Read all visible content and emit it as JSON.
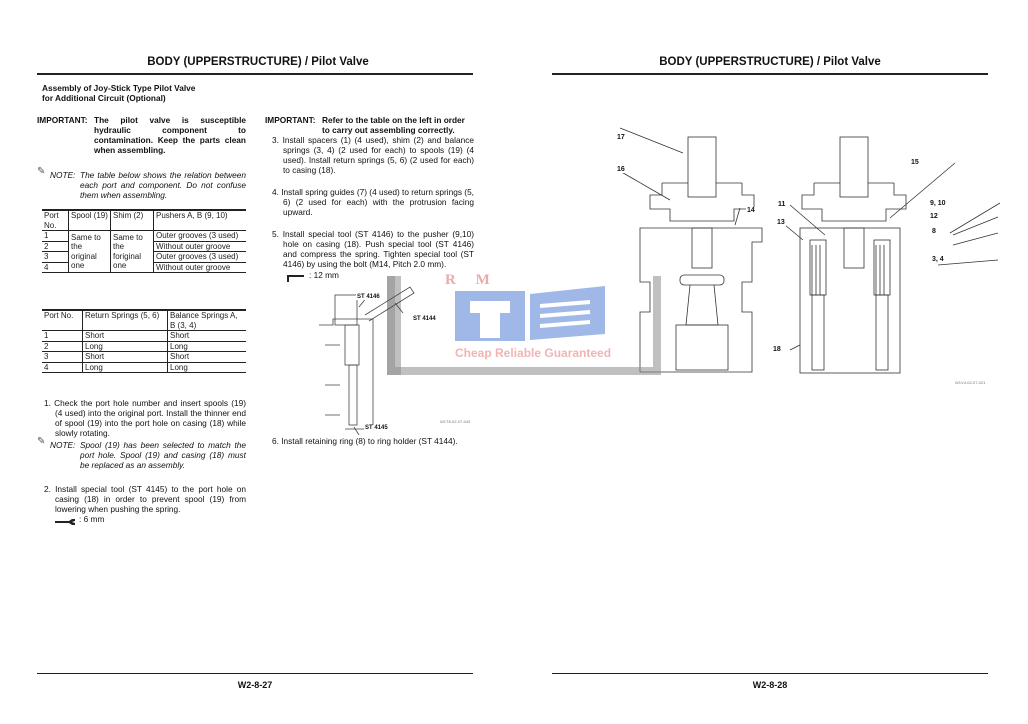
{
  "left_page": {
    "header": "BODY (UPPERSTRUCTURE) / Pilot Valve",
    "section_title": [
      "Assembly of Joy-Stick Type Pilot Valve",
      "for Additional Circuit (Optional)"
    ],
    "important_label": "IMPORTANT:",
    "important_text": "The pilot valve is susceptible hydraulic component to contamination. Keep the parts clean when assembling.",
    "note1_label": "NOTE:",
    "note1_text": "The table below shows the relation between each port and component. Do not confuse them when assembling.",
    "table1": {
      "headers": [
        "Port No.",
        "Spool (19)",
        "Shim (2)",
        "Pushers A, B (9, 10)"
      ],
      "ports": [
        "1",
        "2",
        "3",
        "4"
      ],
      "spool": "Same to the original one",
      "shim": "Same to the foriginal one",
      "pushers": [
        "Outer grooves (3 used)",
        "Without outer groove",
        "Outer grooves (3 used)",
        "Without outer groove"
      ]
    },
    "table2": {
      "headers": [
        "Port No.",
        "Return Springs (5, 6)",
        "Balance Springs A, B (3, 4)"
      ],
      "rows": [
        [
          "1",
          "Short",
          "Short"
        ],
        [
          "2",
          "Long",
          "Long"
        ],
        [
          "3",
          "Short",
          "Short"
        ],
        [
          "4",
          "Long",
          "Long"
        ]
      ]
    },
    "step1": "1. Check the port hole number and insert spools (19) (4 used) into the original port. Install the thinner end of spool (19) into the port hole on casing (18) while slowly rotating.",
    "note2_label": "NOTE:",
    "note2_text": "Spool (19) has been selected to match the port hole. Spool (19) and casing (18) must be replaced as an assembly.",
    "step2": "2. Install special tool (ST 4145) to the port hole on casing (18) in order to prevent spool (19) from lowering when pushing the spring.",
    "step2_tool": ": 6 mm",
    "important2_label": "IMPORTANT:",
    "important2_text": "Refer to the table on the left in order to carry out assembling correctly.",
    "step3": "3. Install spacers (1) (4 used), shim (2) and balance springs (3, 4) (2 used for each) to spools (19) (4 used). Install return springs (5, 6) (2 used for each) to casing (18).",
    "step4": "4. Install spring guides (7) (4 used) to return springs (5, 6) (2 used for each) with the protrusion facing upward.",
    "step5": "5. Install special tool (ST 4146) to the pusher (9,10) hole on casing (18). Push special tool (ST 4146) and compress the spring. Tighten special tool (ST 4146) by using the bolt (M14, Pitch 2.0 mm).",
    "step5_tool": ": 12 mm",
    "figure_labels": [
      "ST 4146",
      "ST 4144",
      "ST 4145"
    ],
    "figure_code": "W1T8-02-07-043",
    "step6": "6. Install retaining ring (8) to ring holder (ST 4144).",
    "page_number": "W2-8-27"
  },
  "right_page": {
    "header": "BODY (UPPERSTRUCTURE) / Pilot Valve",
    "callouts": [
      "17",
      "16",
      "14",
      "15",
      "11",
      "13",
      "9, 10",
      "12",
      "8",
      "3, 4",
      "18"
    ],
    "figure_code": "W1V4-02-07-021",
    "page_number": "W2-8-28"
  },
  "watermark": {
    "letters": "R M",
    "tagline": "Cheap Reliable Guaranteed"
  }
}
